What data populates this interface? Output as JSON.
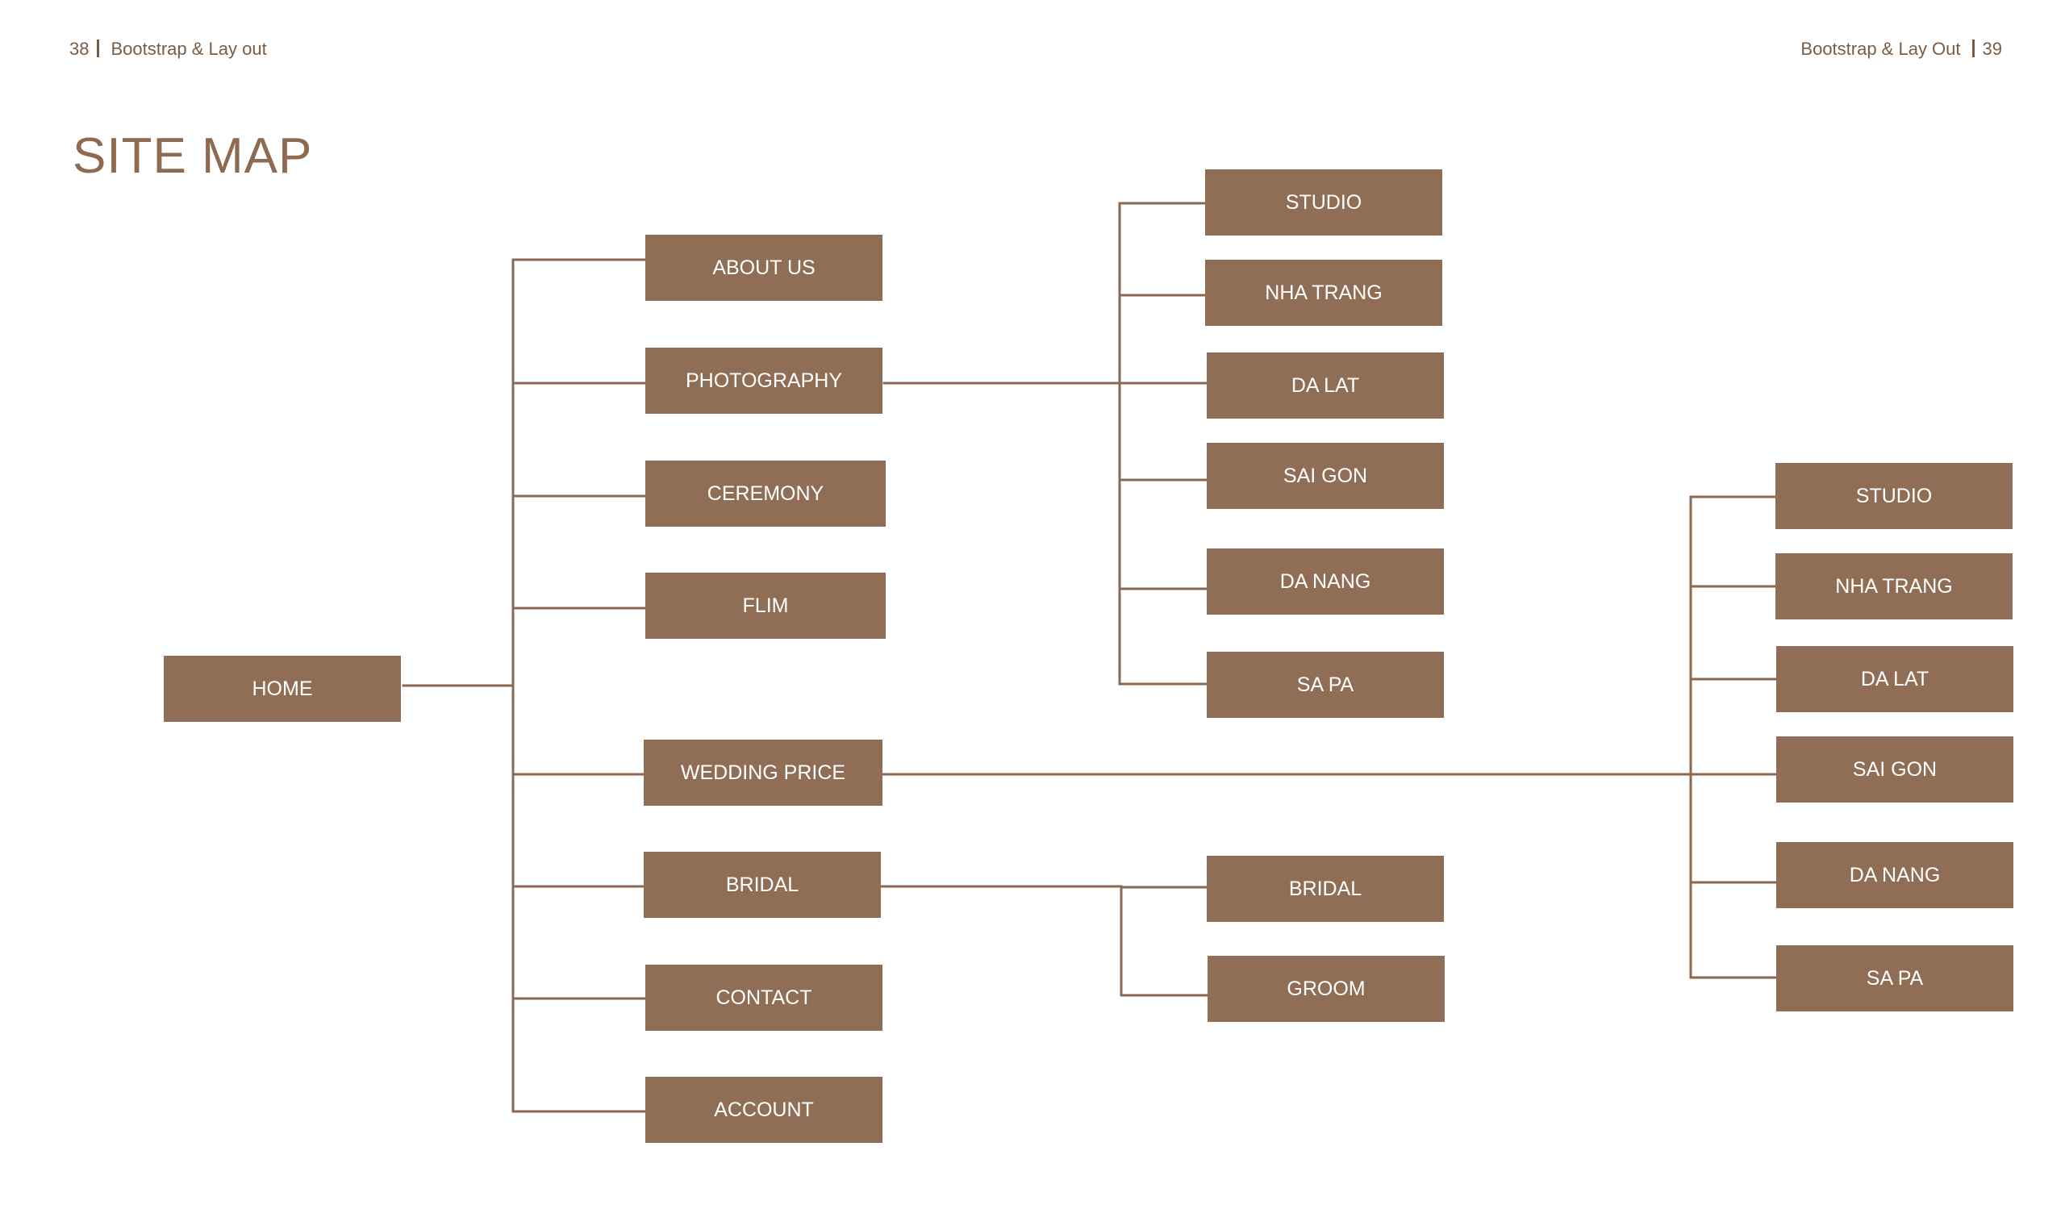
{
  "header": {
    "left_page": "38",
    "left_title": "Bootstrap & Lay out",
    "right_title": "Bootstrap & Lay Out",
    "right_page": "39"
  },
  "title": "SITE MAP",
  "colors": {
    "node_fill": "#8f6e55",
    "connector": "#8a6a52",
    "title": "#8d6a50",
    "header": "#7a5c45"
  },
  "sitemap": {
    "root": "HOME",
    "pages": {
      "about_us": "ABOUT US",
      "photography": "PHOTOGRAPHY",
      "ceremony": "CEREMONY",
      "flim": "FLIM",
      "wedding_price": "WEDDING PRICE",
      "bridal": "BRIDAL",
      "contact": "CONTACT",
      "account": "ACCOUNT"
    },
    "photography_children": [
      "STUDIO",
      "NHA TRANG",
      "DA LAT",
      "SAI GON",
      "DA NANG",
      "SA PA"
    ],
    "bridal_children": [
      "BRIDAL",
      "GROOM"
    ],
    "wedding_price_children": [
      "STUDIO",
      "NHA TRANG",
      "DA LAT",
      "SAI GON",
      "DA NANG",
      "SA PA"
    ]
  }
}
